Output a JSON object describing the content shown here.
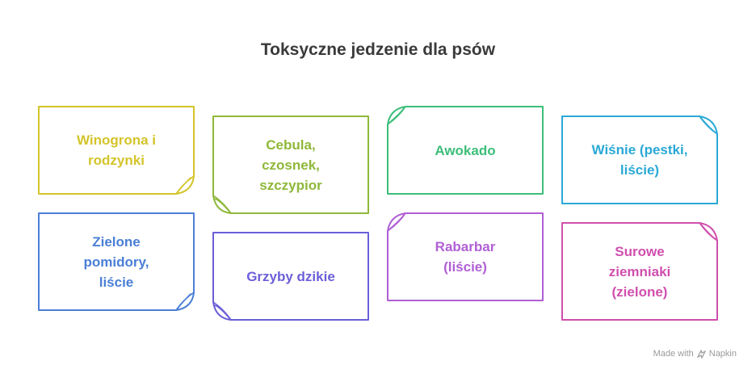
{
  "title": "Toksyczne jedzenie dla psów",
  "cards": [
    {
      "label": "Winogrona i\nrodzynki",
      "color": "#d4c42a",
      "fold": "bottom-right"
    },
    {
      "label": "Cebula,\nczosnek,\nszczypior",
      "color": "#8fb83a",
      "fold": "bottom-left"
    },
    {
      "label": "Awokado",
      "color": "#3dbe7a",
      "fold": "top-left"
    },
    {
      "label": "Wiśnie (pestki,\nliście)",
      "color": "#2aa9d6",
      "fold": "top-right"
    },
    {
      "label": "Zielone\npomidory,\nliście",
      "color": "#4a7fd6",
      "fold": "bottom-right"
    },
    {
      "label": "Grzyby dzikie",
      "color": "#6b5fd8",
      "fold": "bottom-left"
    },
    {
      "label": "Rabarbar\n(liście)",
      "color": "#b05fd4",
      "fold": "top-left"
    },
    {
      "label": "Surowe\nziemniaki\n(zielone)",
      "color": "#d04fae",
      "fold": "top-right"
    }
  ],
  "footer": {
    "made_with": "Made with",
    "brand": "Napkin"
  }
}
